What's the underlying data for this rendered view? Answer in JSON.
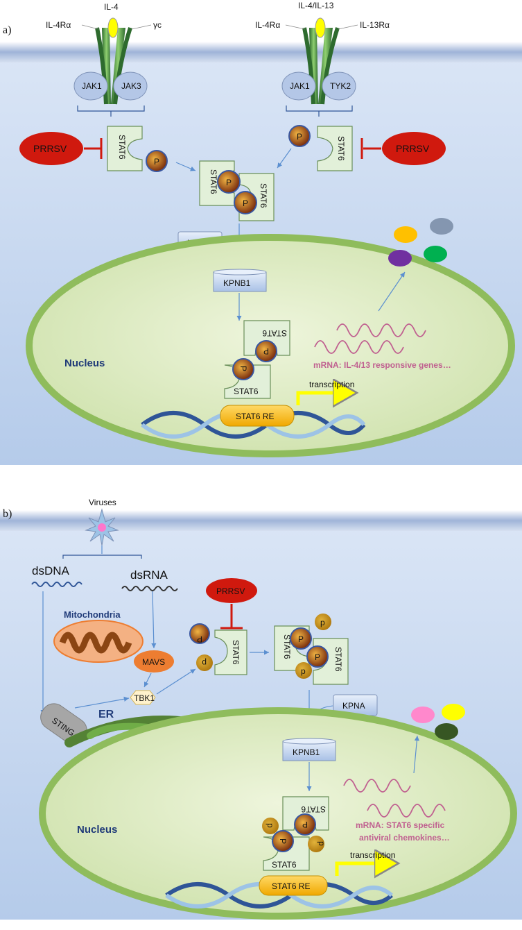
{
  "panel_a": {
    "label": "a)",
    "receptor1": {
      "ligand": "IL-4",
      "left_chain": "IL-4Rα",
      "right_chain": "γc",
      "kinase_left": "JAK1",
      "kinase_right": "JAK3"
    },
    "receptor2": {
      "ligand": "IL-4/IL-13",
      "left_chain": "IL-4Rα",
      "right_chain": "IL-13Rα",
      "kinase_left": "JAK1",
      "kinase_right": "TYK2"
    },
    "inhibitor_left": "PRRSV",
    "inhibitor_right": "PRRSV",
    "stat": "STAT6",
    "phospho": "P",
    "importin_a": "KPNA",
    "importin_b": "KPNB1",
    "nucleus": "Nucleus",
    "mrna": "mRNA: IL-4/13 responsive genes…",
    "transcription": "transcription",
    "response_element": "STAT6 RE",
    "cytokine_colors": [
      "#ffc000",
      "#8496b0",
      "#7030a0",
      "#00b050"
    ]
  },
  "panel_b": {
    "label": "b)",
    "virus": "Viruses",
    "dsdna": "dsDNA",
    "dsrna": "dsRNA",
    "mitochondria": "Mitochondria",
    "mavs": "MAVS",
    "tbk1": "TBK1",
    "sting": "STING",
    "er": "ER",
    "inhibitor": "PRRSV",
    "stat": "STAT6",
    "phospho_upper": "P",
    "phospho_lower": "p",
    "importin_a": "KPNA",
    "importin_b": "KPNB1",
    "nucleus": "Nucleus",
    "mrna_line1": "mRNA: STAT6 specific",
    "mrna_line2": "antiviral chemokines…",
    "transcription": "transcription",
    "response_element": "STAT6 RE",
    "chemokine_colors": [
      "#ff88cc",
      "#ffff00",
      "#375623"
    ]
  }
}
